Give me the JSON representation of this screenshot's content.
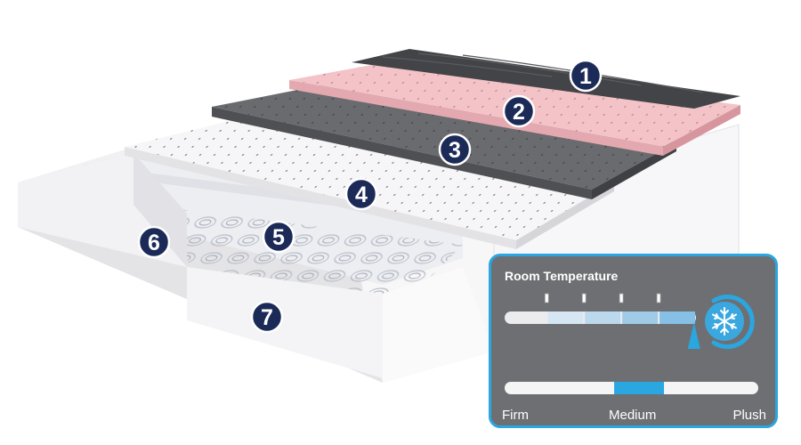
{
  "layers": [
    {
      "number": "1",
      "color": "#434447"
    },
    {
      "number": "2",
      "color": "#f3c3c7"
    },
    {
      "number": "3",
      "color": "#6a6b6e"
    },
    {
      "number": "4",
      "color": "#f6f6f8"
    },
    {
      "number": "5",
      "color": "#e9ebef"
    },
    {
      "number": "6",
      "color": "#f0f0f2"
    },
    {
      "number": "7",
      "color": "#f0f0f2"
    }
  ],
  "badge_color": "#1b2a57",
  "panel": {
    "title": "Room Temperature",
    "accent": "#2aa6e0",
    "background": "#6e6f72",
    "icon": "snowflake-icon",
    "temperature_level": 0.72,
    "firmness": {
      "labels": [
        "Firm",
        "Medium",
        "Plush"
      ],
      "selected": "Medium",
      "level": 0.53
    }
  }
}
